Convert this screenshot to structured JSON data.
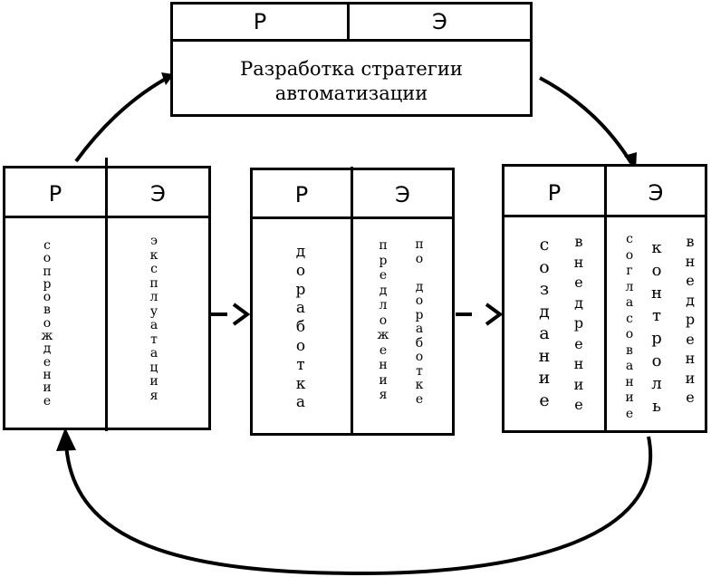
{
  "top_box": {
    "col_left": "Р",
    "col_right": "Э",
    "title_line1": "Разработка стратегии",
    "title_line2": "автоматизации"
  },
  "left_box": {
    "col_left": "Р",
    "col_right": "Э",
    "text_left": "сопровождение",
    "text_right": "эксплуатация"
  },
  "middle_box": {
    "col_left": "Р",
    "col_right": "Э",
    "text_left": "доработка",
    "text_right_1": "предложения",
    "text_right_2": "по доработке"
  },
  "right_box": {
    "col_left": "Р",
    "col_right": "Э",
    "text_left_1": "создание",
    "text_left_2": "внедрение",
    "text_right_1": "согласование",
    "text_right_2": "контроль",
    "text_right_3": "внедрение"
  },
  "colors": {
    "stroke": "#000000",
    "background": "#ffffff"
  }
}
